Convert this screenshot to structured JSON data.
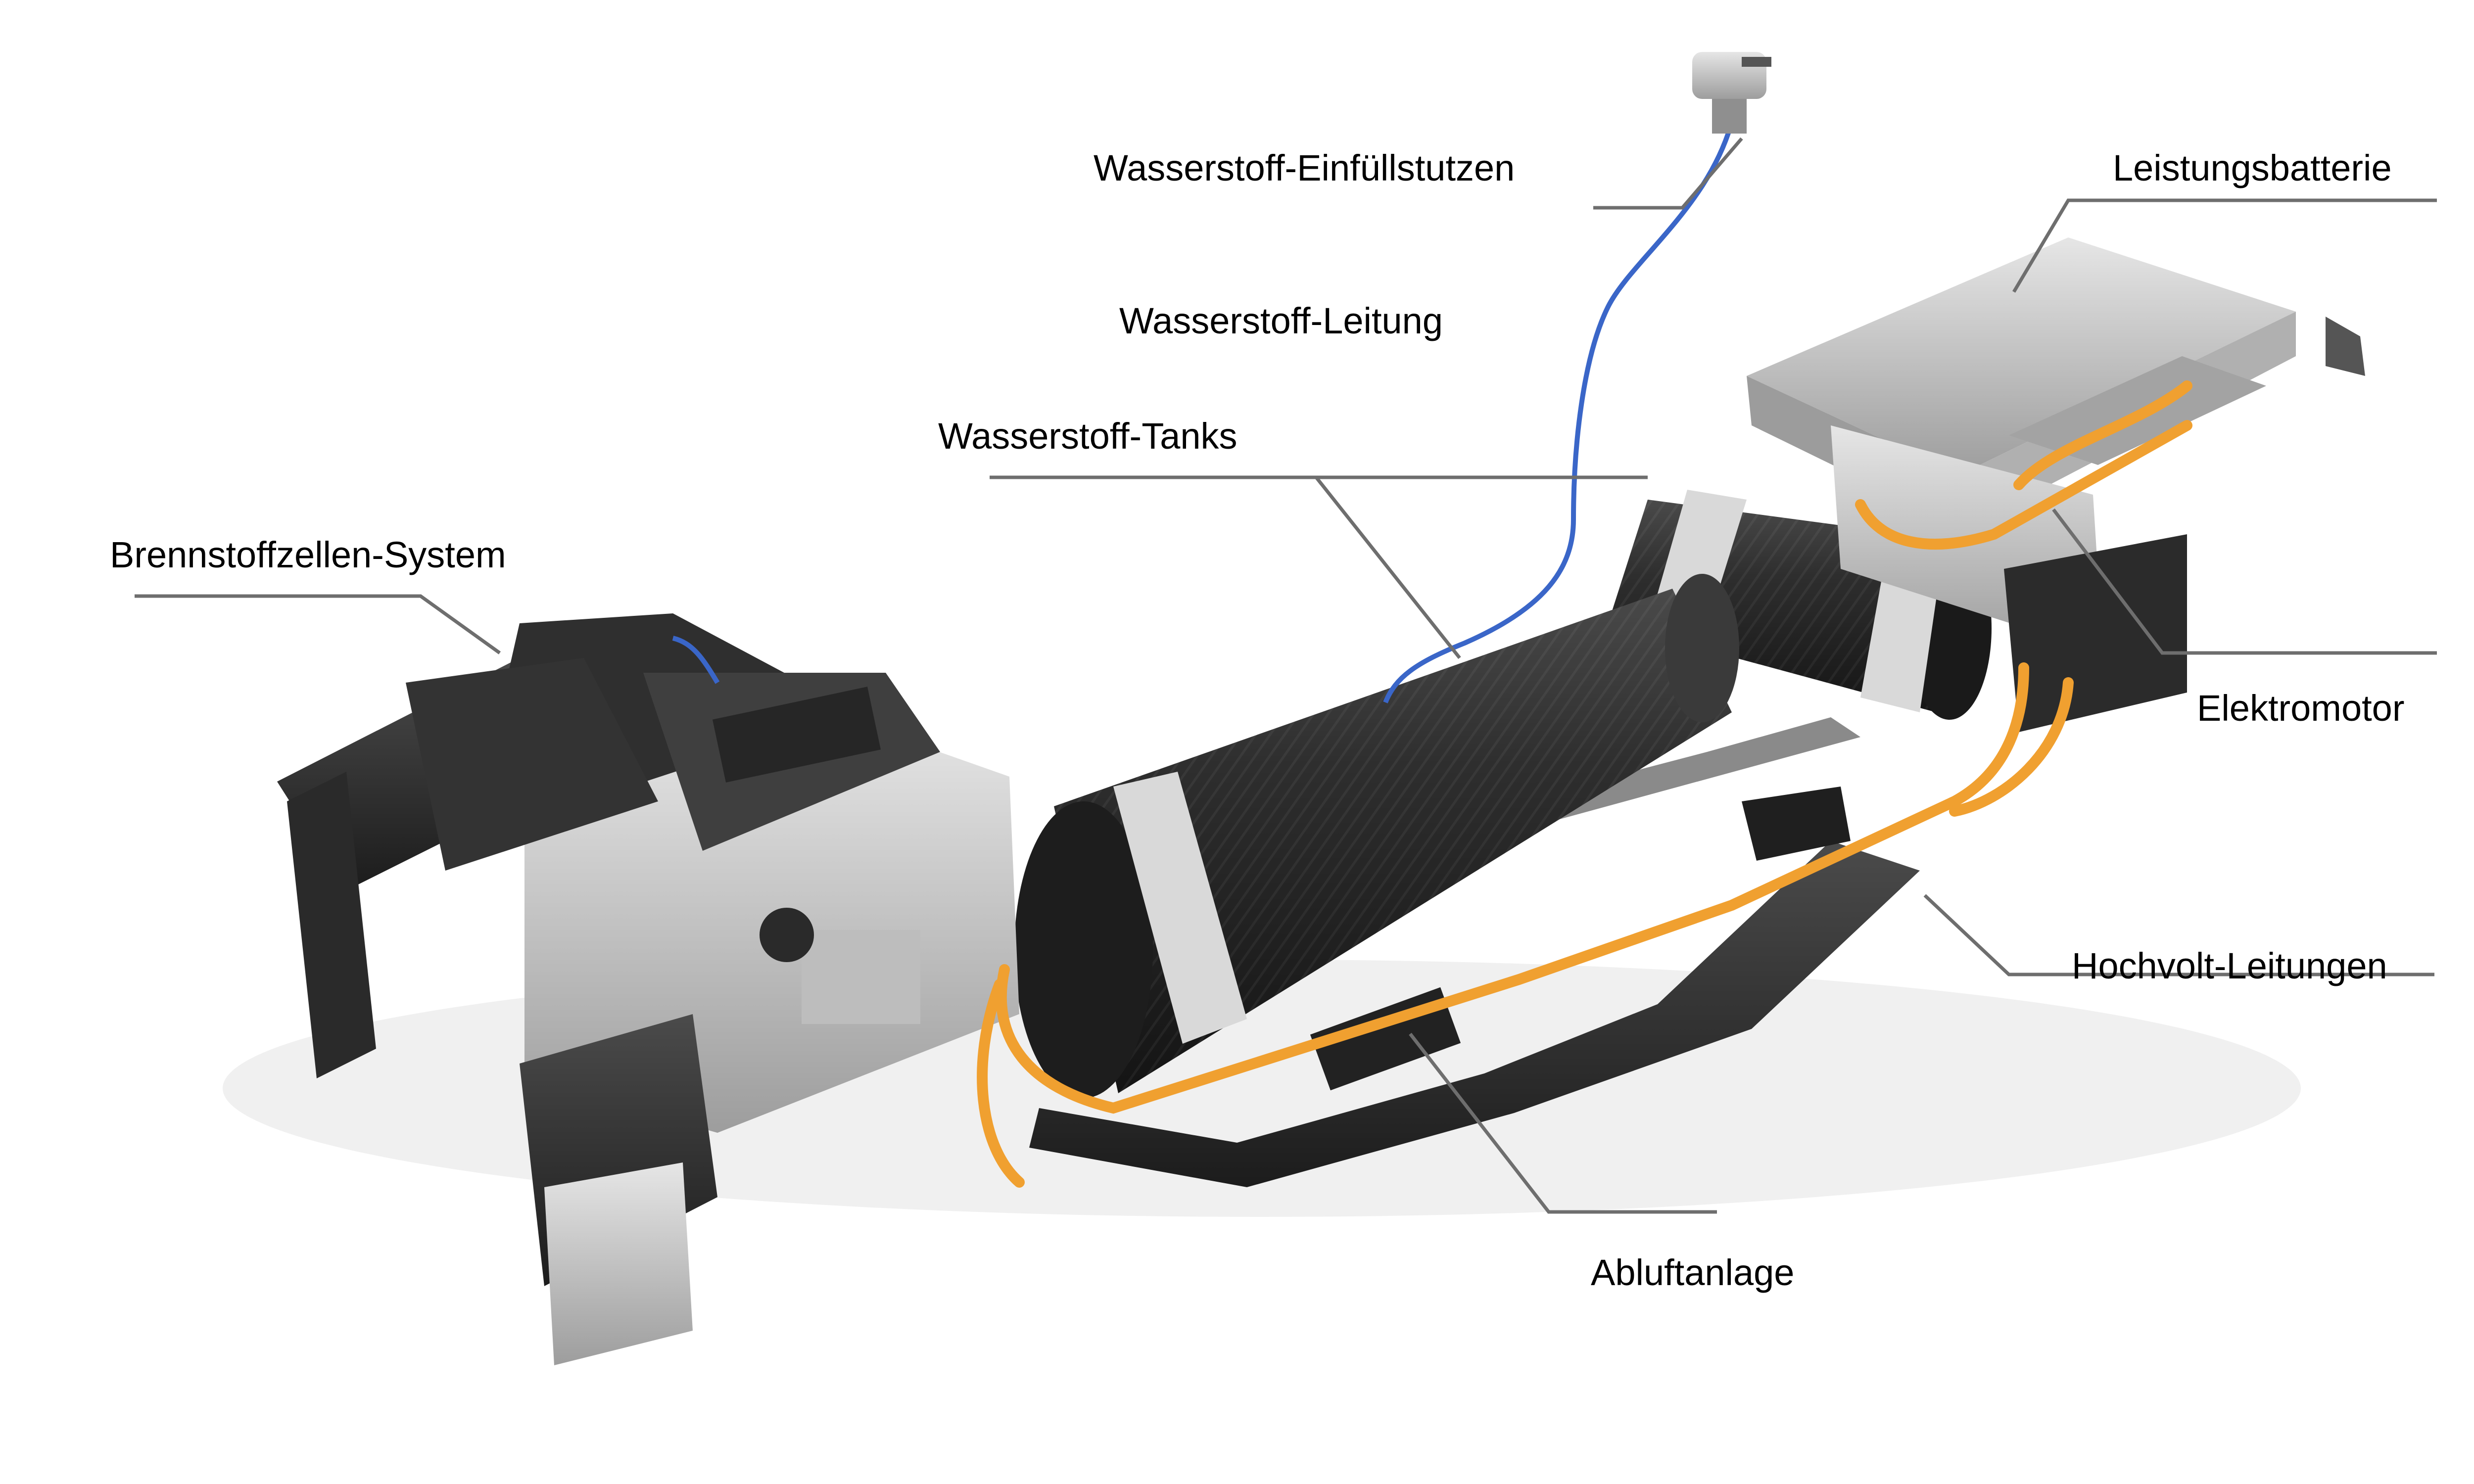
{
  "labels": {
    "fill_nozzle": "Wasserstoff-Einfüllstutzen",
    "battery": "Leistungsbatterie",
    "h2_line": "Wasserstoff-Leitung",
    "h2_tanks": "Wasserstoff-Tanks",
    "fuel_cell": "Brennstoffzellen-System",
    "motor": "Elektromotor",
    "hv_lines": "Hochvolt-Leitungen",
    "exhaust": "Abluftanlage"
  },
  "colors": {
    "background": "#ffffff",
    "leader_line": "#6e6e6e",
    "carbon_tank": "#2b2b2b",
    "tank_band": "#d9d9d9",
    "hv_cable": "#f0a030",
    "h2_line": "#3a66c8",
    "aluminum": "#c9c9c9",
    "dark_housing": "#3a3a3a"
  }
}
